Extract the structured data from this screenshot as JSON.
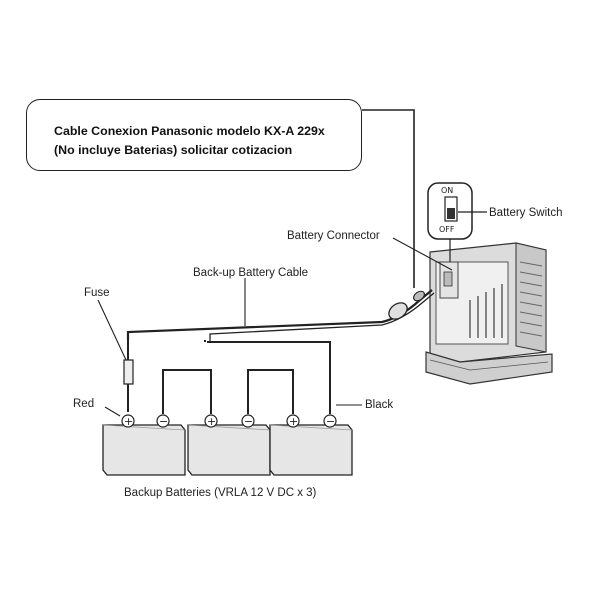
{
  "callout": {
    "line1": "Cable Conexion Panasonic modelo KX-A 229x",
    "line2": "(No incluye Baterias) solicitar cotizacion"
  },
  "labels": {
    "battery_switch": "Battery Switch",
    "switch_on": "ON",
    "switch_off": "OFF",
    "battery_connector": "Battery Connector",
    "backup_cable": "Back-up Battery Cable",
    "fuse": "Fuse",
    "red": "Red",
    "black": "Black",
    "batteries": "Backup Batteries (VRLA 12 V DC x 3)"
  },
  "terminals": {
    "positive": "+",
    "negative": "−"
  },
  "batteries_count": 3,
  "colors": {
    "line": "#222222",
    "battery_fill": "#e6e6e6",
    "unit_fill": "#d8d8d8"
  }
}
